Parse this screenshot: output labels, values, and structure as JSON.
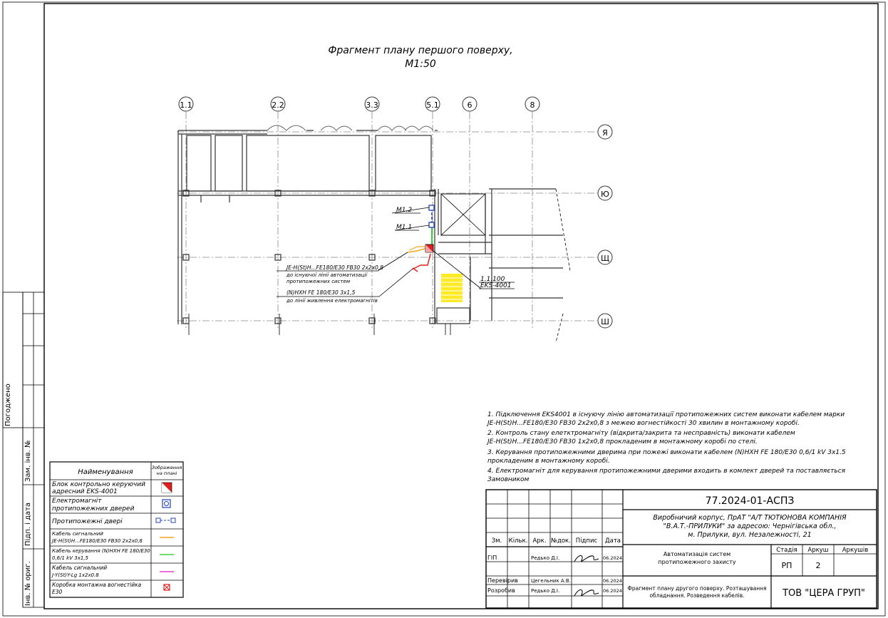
{
  "drawing": {
    "title_line1": "Фрагмент плану першого поверху,",
    "title_line2": "М1:50",
    "axes_columns": [
      "1.1",
      "2.2",
      "3.3",
      "5.1",
      "6",
      "8"
    ],
    "axes_rows": [
      "Я",
      "Ю",
      "Щ",
      "Ш"
    ],
    "tags": {
      "m12": "M1.2",
      "m11": "M1.1",
      "device_addr": "1.1.100",
      "device_name": "EKS-4001"
    },
    "callouts": {
      "signal_cable": "JE-H(St)H...FE180/E30 FB30 2х2х0,8",
      "signal_cable_note1": "до існуючої лінії автоматизації",
      "signal_cable_note2": "протипожежних систем",
      "power_cable": "(N)HXH FE 180/E30 3х1,5",
      "power_cable_note": "до лінії живлення електромагнітів"
    }
  },
  "notes": [
    "1.  Підключення EKS4001 в існуючу лінію автоматизації протипожежних систем виконати кабелем марки",
    "     JE-H(St)H...FE180/E30 FB30 2х2х0,8 з межею вогнестійкості 30 хвилин в монтажному коробі.",
    "2.  Контроль стану елетктромагніту (відкрита/закрита та несправність) виконати кабелем",
    "     JE-H(St)H...FE180/E30 FB30 1х2х0,8 прокладеним в монтажному коробі по стелі.",
    "3.   Керування протипожежними дверима при пожежі виконати кабелем (N)HXH FE 180/E30 0,6/1 kV 3х1.5",
    " прокладеним в монтажному коробі.",
    "4. Електромагніт для керування протипожежними дверими входить в комлект дверей та поставляється",
    "Замовником"
  ],
  "legend": {
    "header_name": "Найменування",
    "header_symbol_1": "Зображення",
    "header_symbol_2": "на плані",
    "rows": [
      {
        "l1": "Блок контрольно керуючий",
        "l2": "адресний EKS-4001",
        "symbol": "red-triangle-box-icon"
      },
      {
        "l1": "Електромагніт",
        "l2": "протипожежних дверей",
        "symbol": "magnet-icon"
      },
      {
        "l1": "Протипожежні двері",
        "l2": "",
        "symbol": "door-icon"
      },
      {
        "l1": "Кабель сигнальний",
        "l2": "JE-H(St)H...FE180/E30 FB30 2х2х0,8",
        "symbol": "orange-line",
        "color": "#f5a623"
      },
      {
        "l1": "Кабель керування (N)HXH FE 180/E30",
        "l2": "0,6/1 kV 3х1,5",
        "symbol": "green-line",
        "color": "#3ad23a"
      },
      {
        "l1": "Кабель сигнальний",
        "l2": "J-Y(St)Y-Lg 1х2х0.8",
        "symbol": "magenta-line",
        "color": "#e040c8"
      },
      {
        "l1": "Коробка монтажна вогнестійка",
        "l2": "Е30",
        "symbol": "red-box-icon",
        "color": "#e02020"
      }
    ]
  },
  "side_stamp": {
    "agreed": "Погоджено",
    "inv_replace": "Зам. інв. №",
    "sign_date": "Підп. і дата",
    "inv_orig": "Інв. № ориг."
  },
  "title_block": {
    "code": "77.2024-01-АСПЗ",
    "project_l1": "Виробничий корпус, ПрАТ \"А/Т ТЮТЮНОВА КОМПАНІЯ",
    "project_l2": "\"В.А.Т.-ПРИЛУКИ\" за адресою: Чернігівська обл.,",
    "project_l3": "м. Прилуки, вул. Незалежності, 21",
    "cols": [
      "Зм.",
      "Кільк.",
      "Арк.",
      "№док.",
      "Підпис",
      "Дата"
    ],
    "gip_role": "ГІП",
    "gip_name": "Редько Д.І.",
    "gip_date": "06.2024",
    "checked_role": "Перевірив",
    "checked_name": "Цегельник А.В.",
    "checked_date": "06.2024",
    "dev_role": "Розробив",
    "dev_name": "Редько Д.І.",
    "dev_date": "06.2024",
    "system_l1": "Автоматизація систем",
    "system_l2": "протипожежного захисту",
    "sheet_desc_l1": "Фрагмент плану другого поверху. Розташування",
    "sheet_desc_l2": "обладнання. Розведення кабелів.",
    "stage_label": "Стадія",
    "sheet_label": "Аркуш",
    "sheets_label": "Аркушів",
    "stage": "РП",
    "sheet": "2",
    "sheets": "",
    "company": "ТОВ \"ЦЕРА ГРУП\""
  }
}
